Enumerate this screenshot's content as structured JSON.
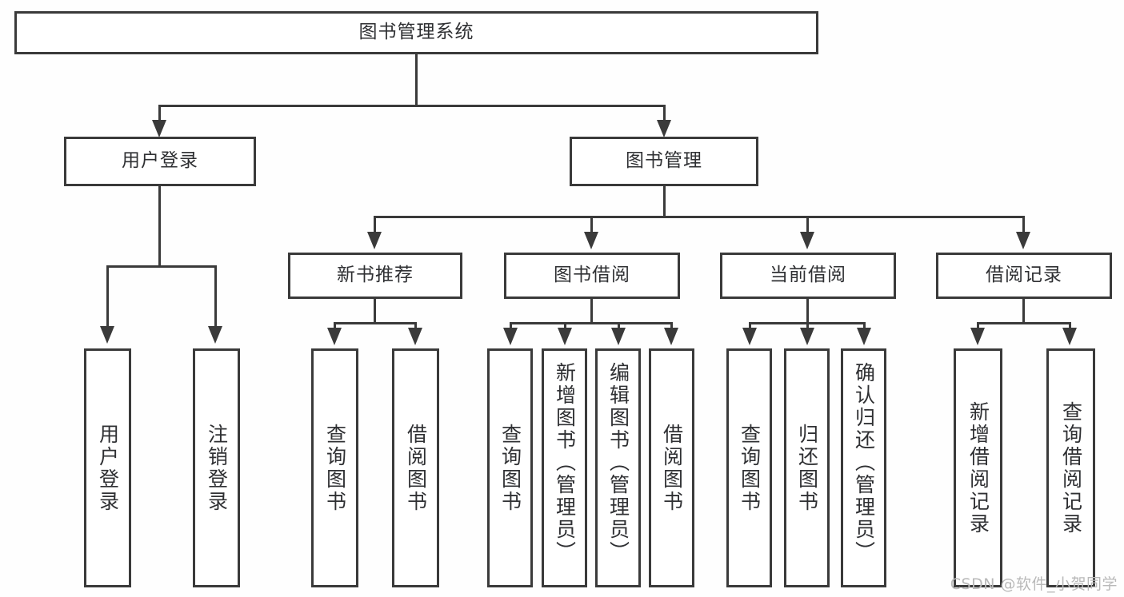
{
  "diagram": {
    "title": "图书管理系统",
    "type": "hierarchy-tree",
    "watermark": "CSDN @软件_小贺同学",
    "colors": {
      "border": "#3a3a3a",
      "box_fill": "#ffffff",
      "text": "#2f3033",
      "background": "#fefefe",
      "watermark": "#b9b9b9"
    },
    "root": {
      "label": "图书管理系统"
    },
    "level2": [
      {
        "label": "用户登录"
      },
      {
        "label": "图书管理"
      }
    ],
    "level3": [
      {
        "label": "新书推荐"
      },
      {
        "label": "图书借阅"
      },
      {
        "label": "当前借阅"
      },
      {
        "label": "借阅记录"
      }
    ],
    "leaves": {
      "user_login": [
        {
          "label": "用户登录"
        },
        {
          "label": "注销登录"
        }
      ],
      "new_book_recommend": [
        {
          "label": "查询图书"
        },
        {
          "label": "借阅图书"
        }
      ],
      "book_borrow": [
        {
          "label": "查询图书"
        },
        {
          "label": "新增图书（管理员）"
        },
        {
          "label": "编辑图书（管理员）"
        },
        {
          "label": "借阅图书"
        }
      ],
      "current_borrow": [
        {
          "label": "查询图书"
        },
        {
          "label": "归还图书"
        },
        {
          "label": "确认归还（管理员）"
        }
      ],
      "borrow_record": [
        {
          "label": "新增借阅记录"
        },
        {
          "label": "查询借阅记录"
        }
      ]
    }
  }
}
